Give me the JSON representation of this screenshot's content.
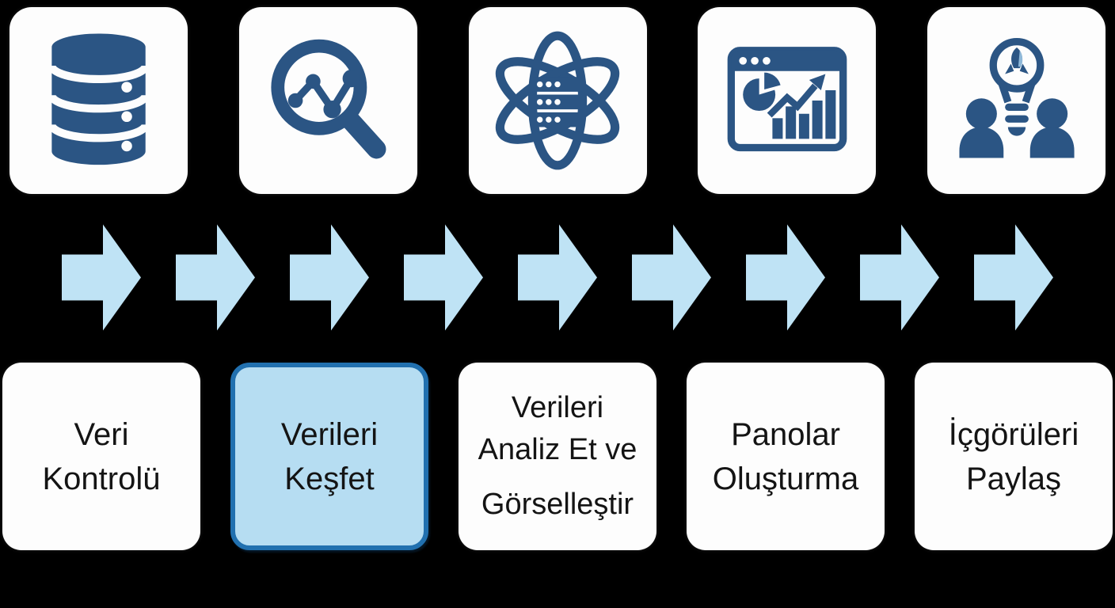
{
  "colors": {
    "background": "#000000",
    "card_bg": "#fdfdfd",
    "icon_blue": "#2b5584",
    "arrow_blue": "#bfe3f5",
    "active_fill": "#b6ddf2",
    "active_border": "#2170af",
    "text_color": "#141414"
  },
  "steps": [
    {
      "icon": "database-icon",
      "label": "Veri Kontrolü",
      "lines": [
        "Veri",
        "Kontrolü"
      ],
      "active": false
    },
    {
      "icon": "magnifier-chart-icon",
      "label": "Verileri Keşfet",
      "lines": [
        "Verileri",
        "Keşfet"
      ],
      "active": true
    },
    {
      "icon": "atom-data-icon",
      "label": "Verileri Analiz Et ve Görselleştir",
      "lines": [
        "Verileri",
        "Analiz Et ve",
        "Görselleştir"
      ],
      "active": false
    },
    {
      "icon": "dashboard-chart-icon",
      "label": "Panolar Oluşturma",
      "lines": [
        "Panolar",
        "Oluşturma"
      ],
      "active": false
    },
    {
      "icon": "idea-share-icon",
      "label": "İçgörüleri Paylaş",
      "lines": [
        "İçgörüleri",
        "Paylaş"
      ],
      "active": false
    }
  ],
  "arrows": {
    "count": 9,
    "direction": "right",
    "icon": "arrow-right-icon"
  }
}
